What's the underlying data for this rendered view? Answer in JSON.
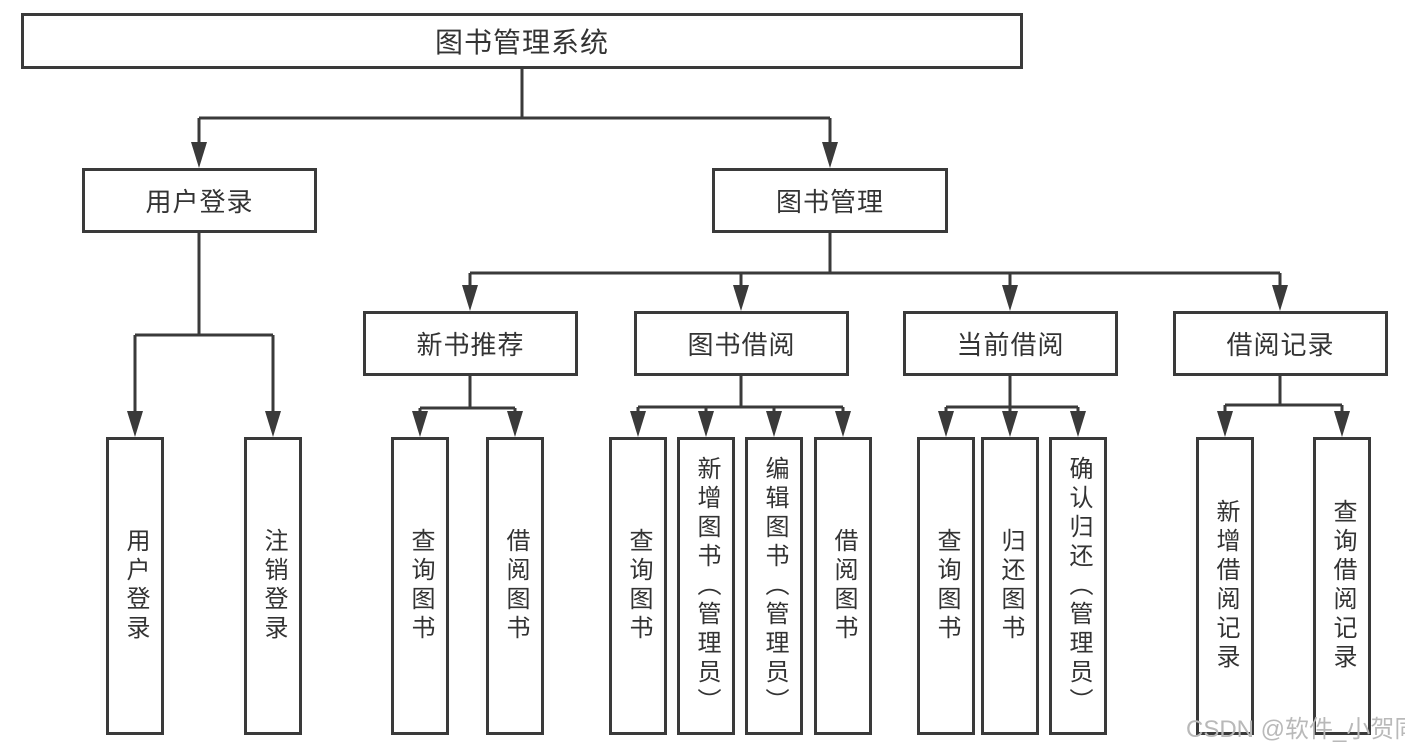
{
  "diagram": {
    "root": {
      "label": "图书管理系统"
    },
    "level2": {
      "user_login": {
        "label": "用户登录"
      },
      "book_mgmt": {
        "label": "图书管理"
      }
    },
    "level3": {
      "new_books": {
        "label": "新书推荐"
      },
      "borrowing": {
        "label": "图书借阅"
      },
      "current": {
        "label": "当前借阅"
      },
      "records": {
        "label": "借阅记录"
      }
    },
    "leaves": {
      "user_login": [
        "用户登录",
        "注销登录"
      ],
      "new_books": [
        "查询图书",
        "借阅图书"
      ],
      "borrowing": [
        "查询图书",
        "新增图书（管理员）",
        "编辑图书（管理员）",
        "借阅图书"
      ],
      "current": [
        "查询图书",
        "归还图书",
        "确认归还（管理员）"
      ],
      "records": [
        "新增借阅记录",
        "查询借阅记录"
      ]
    },
    "colors": {
      "line": "#3a3a3a",
      "text": "#333333",
      "watermark": "#b9b9b9",
      "background": "#ffffff"
    }
  },
  "watermark": {
    "label": "CSDN @软件_小贺同学"
  }
}
